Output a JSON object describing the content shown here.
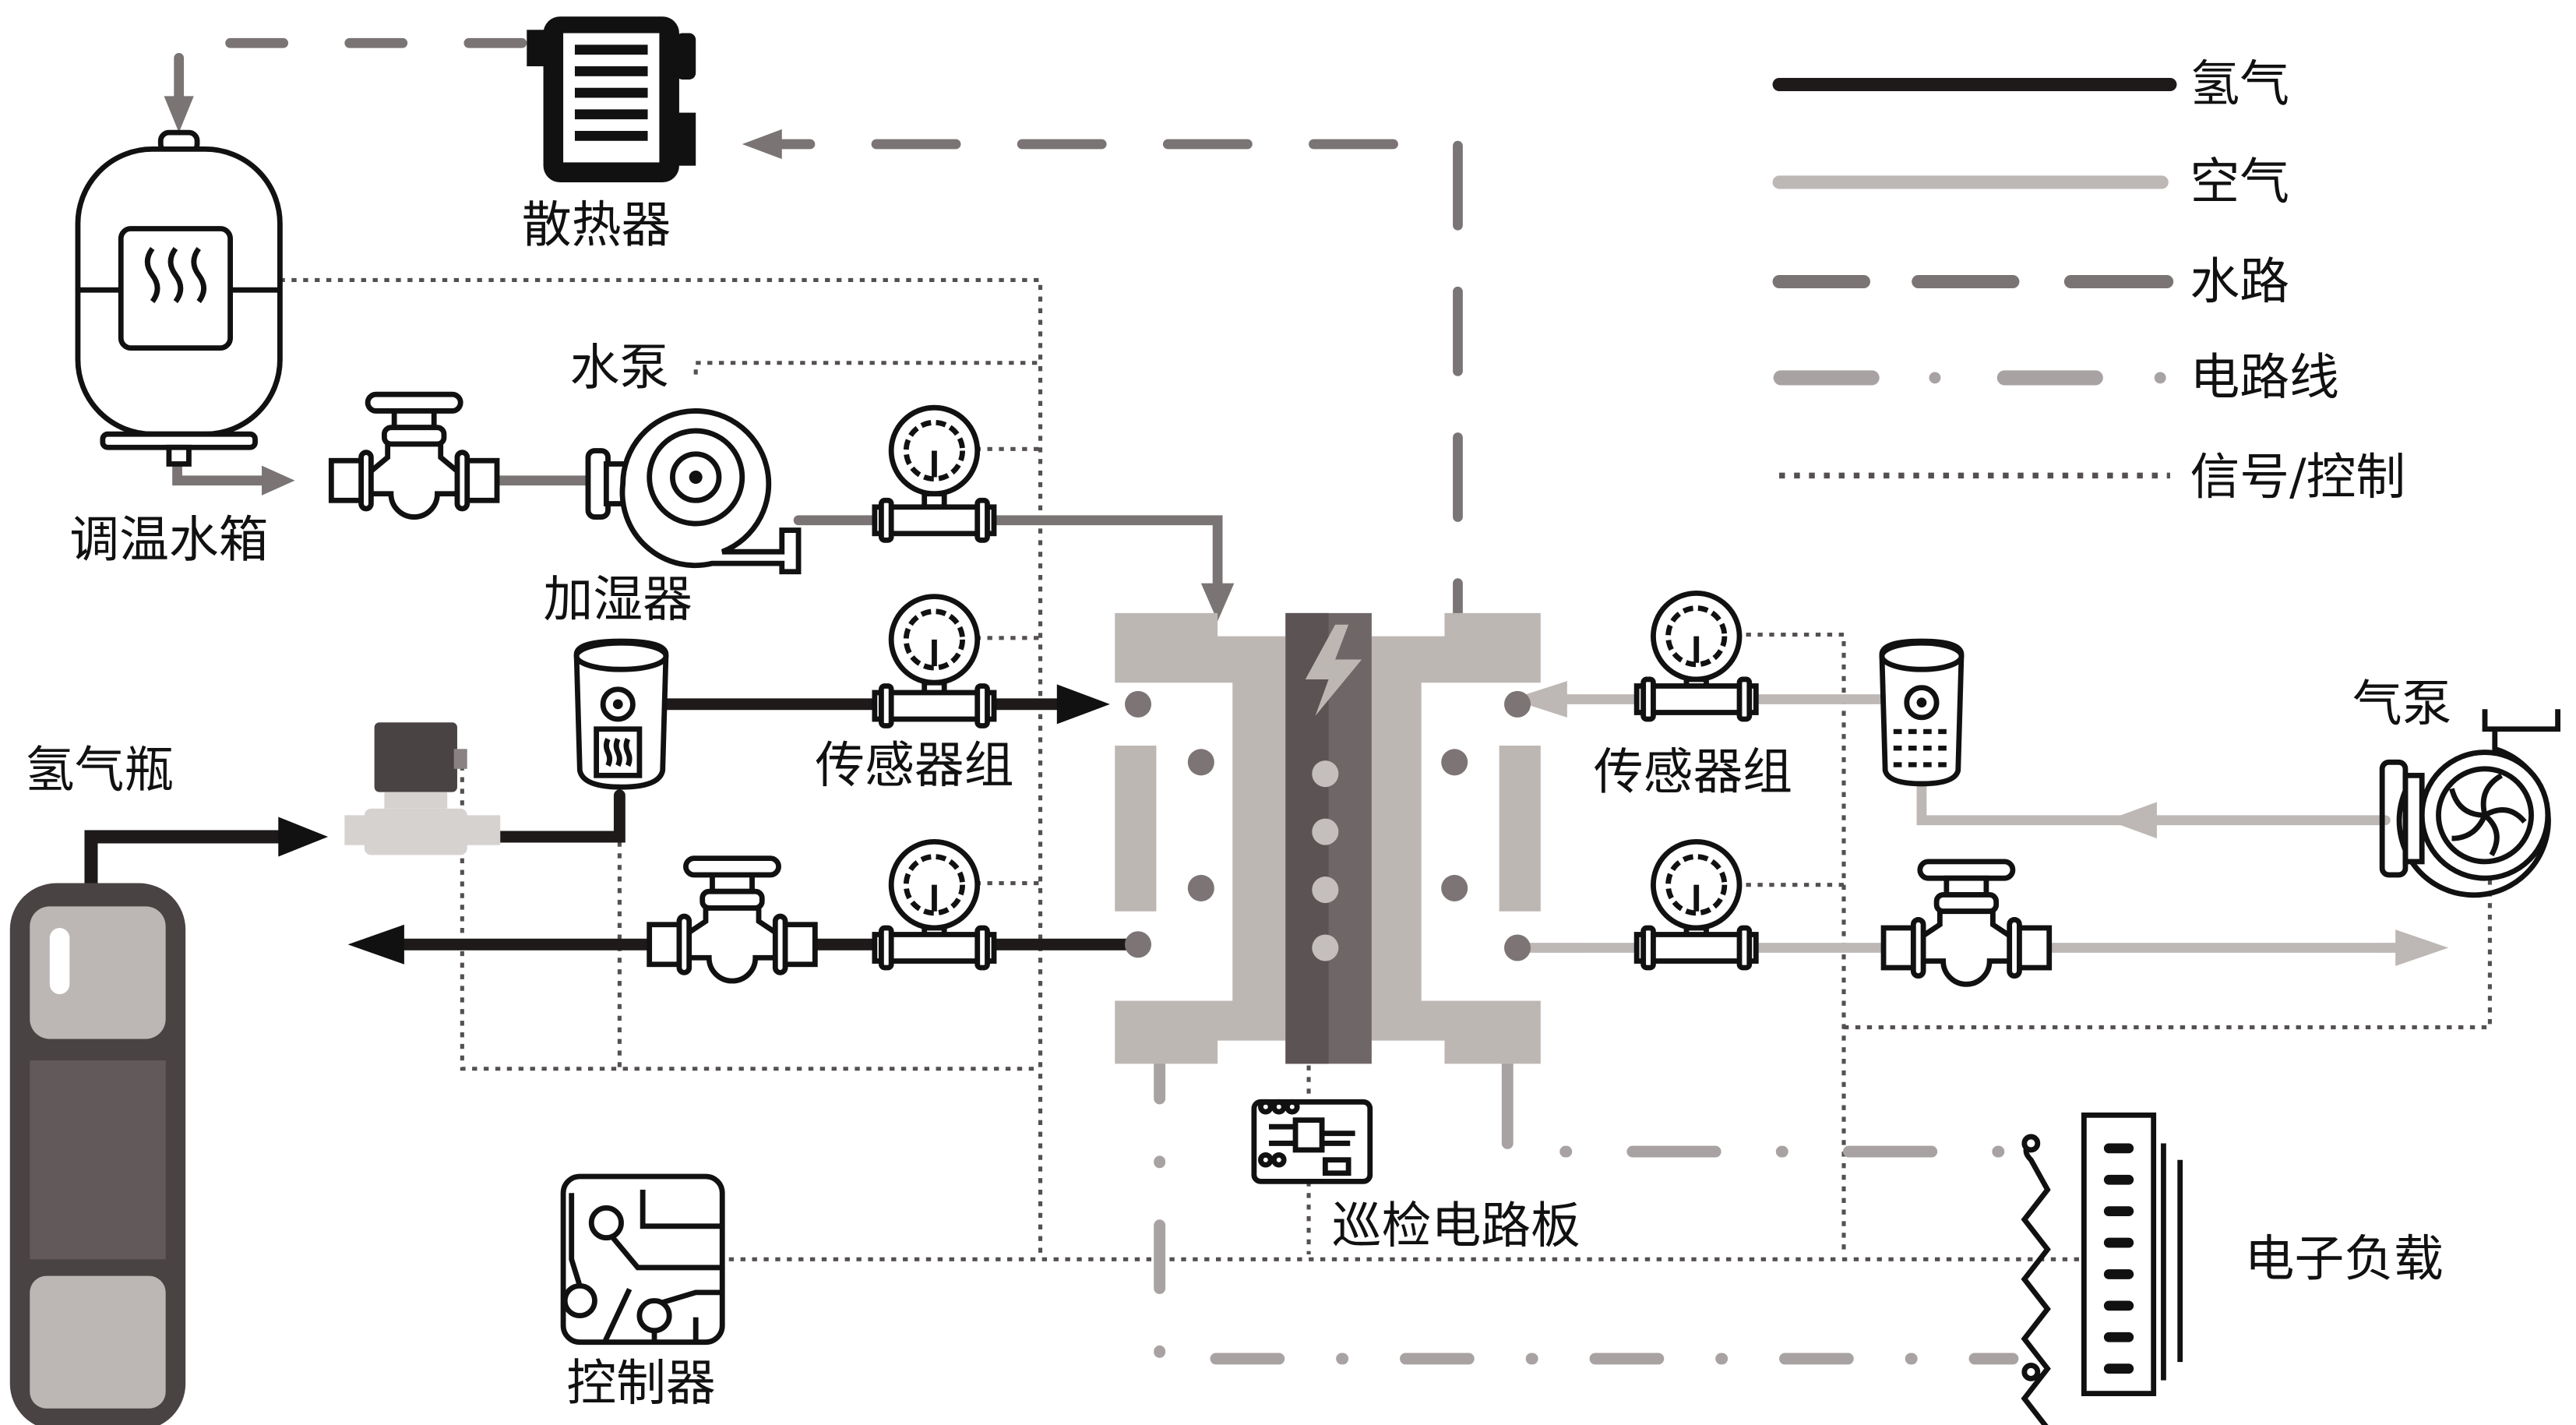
{
  "diagram": {
    "title_visible": false,
    "components": {
      "radiator": "散热器",
      "thermo_tank": "调温水箱",
      "water_pump": "水泵",
      "humidifier": "加湿器",
      "hydrogen_bottle": "氢气瓶",
      "sensor_group_left": "传感器组",
      "sensor_group_right": "传感器组",
      "air_pump": "气泵",
      "inspection_board": "巡检电路板",
      "controller": "控制器",
      "electronic_load": "电子负载"
    },
    "legend": [
      {
        "key": "hydrogen",
        "label": "氢气",
        "style": "solid",
        "color": "#1e1a1a"
      },
      {
        "key": "air",
        "label": "空气",
        "style": "solid",
        "color": "#bdb8b5"
      },
      {
        "key": "water",
        "label": "水路",
        "style": "dashed",
        "color": "#7a7474"
      },
      {
        "key": "electric",
        "label": "电路线",
        "style": "dash-dot",
        "color": "#a8a3a2"
      },
      {
        "key": "signal",
        "label": "信号/控制",
        "style": "dotted",
        "color": "#555050"
      }
    ],
    "colors": {
      "hydrogen": "#1e1a1a",
      "air": "#bdb8b5",
      "water": "#7a7474",
      "electric": "#a8a3a2",
      "signal": "#555050",
      "stack_light": "#bdb7b4",
      "stack_dark": "#6f6767",
      "port": "#7d7575"
    }
  }
}
